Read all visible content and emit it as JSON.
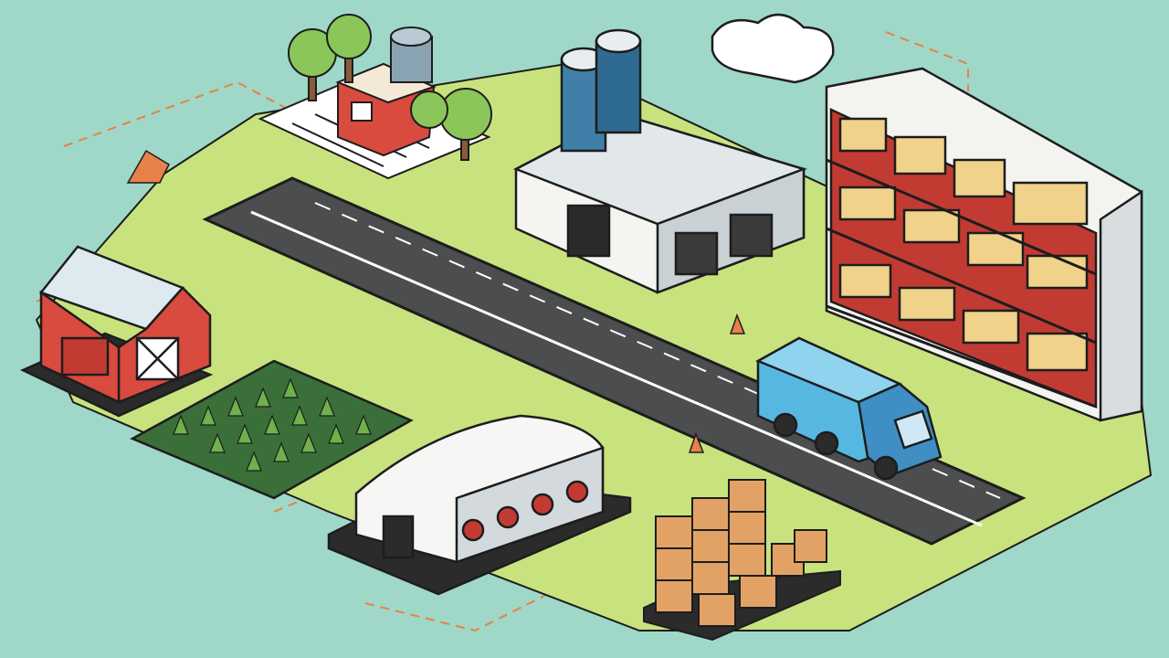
{
  "scene": {
    "subjects": [
      "farm",
      "barn",
      "crop-field",
      "trees",
      "factory",
      "road",
      "truck",
      "cold-storage-warehouse",
      "cardboard-boxes",
      "store-shelf",
      "cloud"
    ],
    "colors": {
      "background": "#9fd8c8",
      "grass": "#c8e27e",
      "road": "#4b4d4f",
      "barn_red": "#d94a3f",
      "silo_blue": "#3f7fa8",
      "truck_blue": "#56b8e0",
      "boxes": "#e2a266",
      "dash_lines": "#e8804a",
      "outline": "#1d1d1d"
    }
  }
}
